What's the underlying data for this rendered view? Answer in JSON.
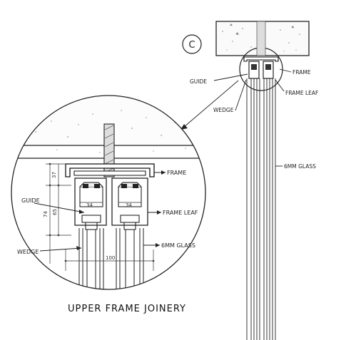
{
  "detail_marker": "C",
  "detail_view": {
    "title": "UPPER FRAME JOINERY",
    "labels": {
      "frame": "FRAME",
      "guide": "GUIDE",
      "frame_leaf": "FRAME LEAF",
      "glass": "6MM GLASS",
      "wedge": "WEDGE"
    },
    "dimensions": {
      "d37": "37",
      "d74": "74",
      "d65": "65",
      "d34a": "34",
      "d34b": "34",
      "d100": "100"
    }
  },
  "elevation_view": {
    "labels": {
      "guide": "GUIDE",
      "frame": "FRAME",
      "wedge": "WEDGE",
      "frame_leaf": "FRAME LEAF",
      "glass": "6MM GLASS"
    }
  }
}
